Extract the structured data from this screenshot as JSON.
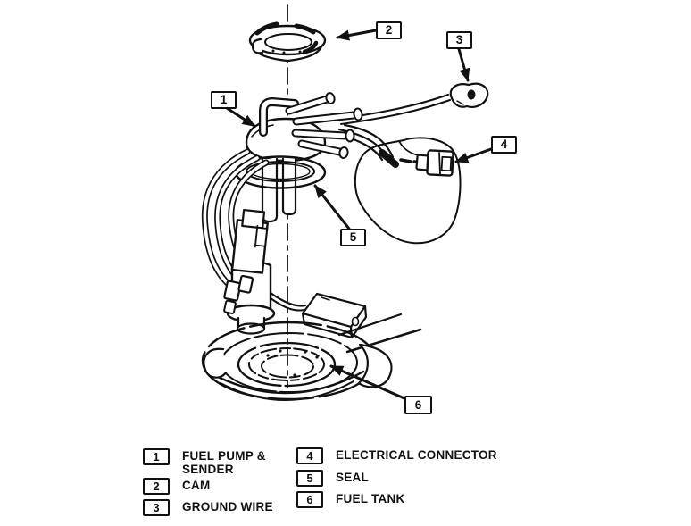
{
  "colors": {
    "ink": "#111111",
    "paper": "#ffffff"
  },
  "callouts": {
    "labels": [
      "1",
      "2",
      "3",
      "4",
      "5",
      "6"
    ]
  },
  "legend": {
    "items": [
      {
        "num": "1",
        "line1": "FUEL PUMP &",
        "line2": "SENDER"
      },
      {
        "num": "2",
        "line1": "CAM"
      },
      {
        "num": "3",
        "line1": "GROUND WIRE"
      },
      {
        "num": "4",
        "line1": "ELECTRICAL CONNECTOR"
      },
      {
        "num": "5",
        "line1": "SEAL"
      },
      {
        "num": "6",
        "line1": "FUEL TANK"
      }
    ]
  }
}
